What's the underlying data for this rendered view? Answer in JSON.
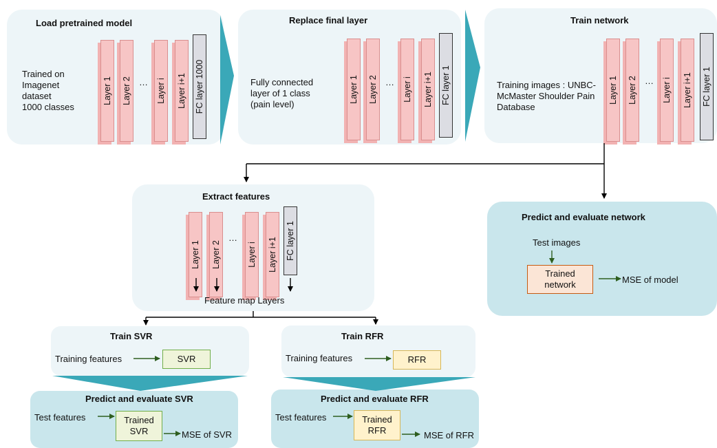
{
  "load": {
    "title": "Load pretrained model",
    "desc": "Trained on\nImagenet\ndataset\n1000 classes",
    "layers": [
      "Layer 1",
      "Layer 2",
      "Layer i",
      "Layer i+1"
    ],
    "dots": "…",
    "fc": "FC layer 1000"
  },
  "replace": {
    "title": "Replace final layer",
    "desc": "Fully connected\nlayer of 1 class\n(pain level)",
    "layers": [
      "Layer 1",
      "Layer 2",
      "Layer i",
      "Layer i+1"
    ],
    "dots": "…",
    "fc": "FC layer 1"
  },
  "train": {
    "title": "Train network",
    "desc": "Training images : UNBC-\nMcMaster Shoulder Pain\nDatabase",
    "layers": [
      "Layer 1",
      "Layer 2",
      "Layer i",
      "Layer i+1"
    ],
    "dots": "…",
    "fc": "FC layer 1"
  },
  "extract": {
    "title": "Extract features",
    "layers": [
      "Layer 1",
      "Layer 2",
      "Layer i",
      "Layer i+1"
    ],
    "dots": "…",
    "fc": "FC layer 1",
    "caption": "Feature map Layers"
  },
  "predict_net": {
    "title": "Predict and evaluate network",
    "input": "Test images",
    "box": "Trained\nnetwork",
    "output": "MSE of model"
  },
  "train_svr": {
    "title": "Train SVR",
    "input": "Training features",
    "box": "SVR"
  },
  "train_rfr": {
    "title": "Train RFR",
    "input": "Training features",
    "box": "RFR"
  },
  "predict_svr": {
    "title": "Predict and evaluate  SVR",
    "input": "Test features",
    "box": "Trained\nSVR",
    "output": "MSE of SVR"
  },
  "predict_rfr": {
    "title": "Predict and evaluate  RFR",
    "input": "Test features",
    "box": "Trained\nRFR",
    "output": "MSE of RFR"
  },
  "colors": {
    "panel_light": "#edf5f8",
    "panel_dark": "#c9e6ec",
    "arrow_teal": "#3aa8b8",
    "layer_fill": "#f7c5c5",
    "fc_fill": "#dcdde3",
    "arrow_green": "#2e5e1f"
  }
}
